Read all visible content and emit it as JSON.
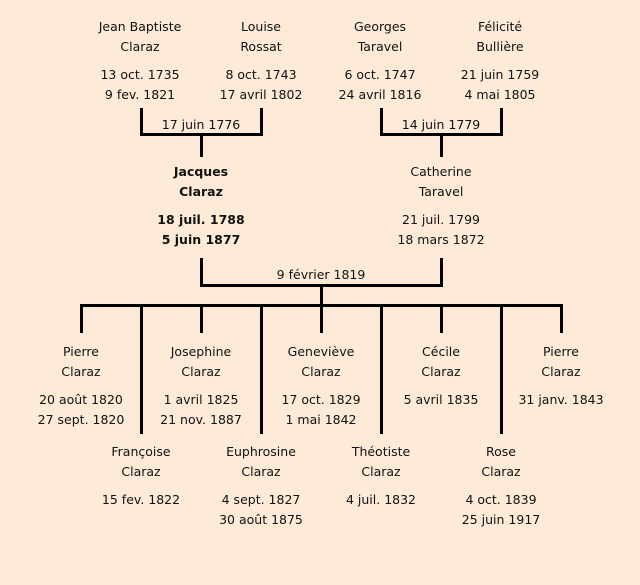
{
  "grandparents": [
    {
      "first": "Jean Baptiste",
      "last": "Claraz",
      "birth": "13 oct. 1735",
      "death": "9 fev. 1821"
    },
    {
      "first": "Louise",
      "last": "Rossat",
      "birth": "8 oct. 1743",
      "death": "17 avril 1802"
    },
    {
      "first": "Georges",
      "last": "Taravel",
      "birth": "6 oct. 1747",
      "death": "24 avril 1816"
    },
    {
      "first": "Félicité",
      "last": "Bullière",
      "birth": "21 juin 1759",
      "death": "4 mai 1805"
    }
  ],
  "grandparent_marriages": [
    "17 juin 1776",
    "14 juin 1779"
  ],
  "parents": [
    {
      "first": "Jacques",
      "last": "Claraz",
      "birth": "18 juil. 1788",
      "death": "5 juin 1877",
      "highlight": true
    },
    {
      "first": "Catherine",
      "last": "Taravel",
      "birth": "21 juil. 1799",
      "death": "18 mars 1872"
    }
  ],
  "parent_marriage": "9 février 1819",
  "children": [
    {
      "first": "Pierre",
      "last": "Claraz",
      "birth": "20 août 1820",
      "death": "27 sept. 1820"
    },
    {
      "first": "Françoise",
      "last": "Claraz",
      "birth": "15 fev. 1822",
      "death": ""
    },
    {
      "first": "Josephine",
      "last": "Claraz",
      "birth": "1 avril 1825",
      "death": "21 nov. 1887"
    },
    {
      "first": "Euphrosine",
      "last": "Claraz",
      "birth": "4 sept. 1827",
      "death": "30 août 1875"
    },
    {
      "first": "Geneviève",
      "last": "Claraz",
      "birth": "17 oct. 1829",
      "death": "1 mai 1842"
    },
    {
      "first": "Théotiste",
      "last": "Claraz",
      "birth": "4 juil. 1832",
      "death": ""
    },
    {
      "first": "Cécile",
      "last": "Claraz",
      "birth": "5 avril 1835",
      "death": ""
    },
    {
      "first": "Rose",
      "last": "Claraz",
      "birth": "4 oct. 1839",
      "death": "25 juin 1917"
    },
    {
      "first": "Pierre",
      "last": "Claraz",
      "birth": "31 janv. 1843",
      "death": ""
    }
  ]
}
